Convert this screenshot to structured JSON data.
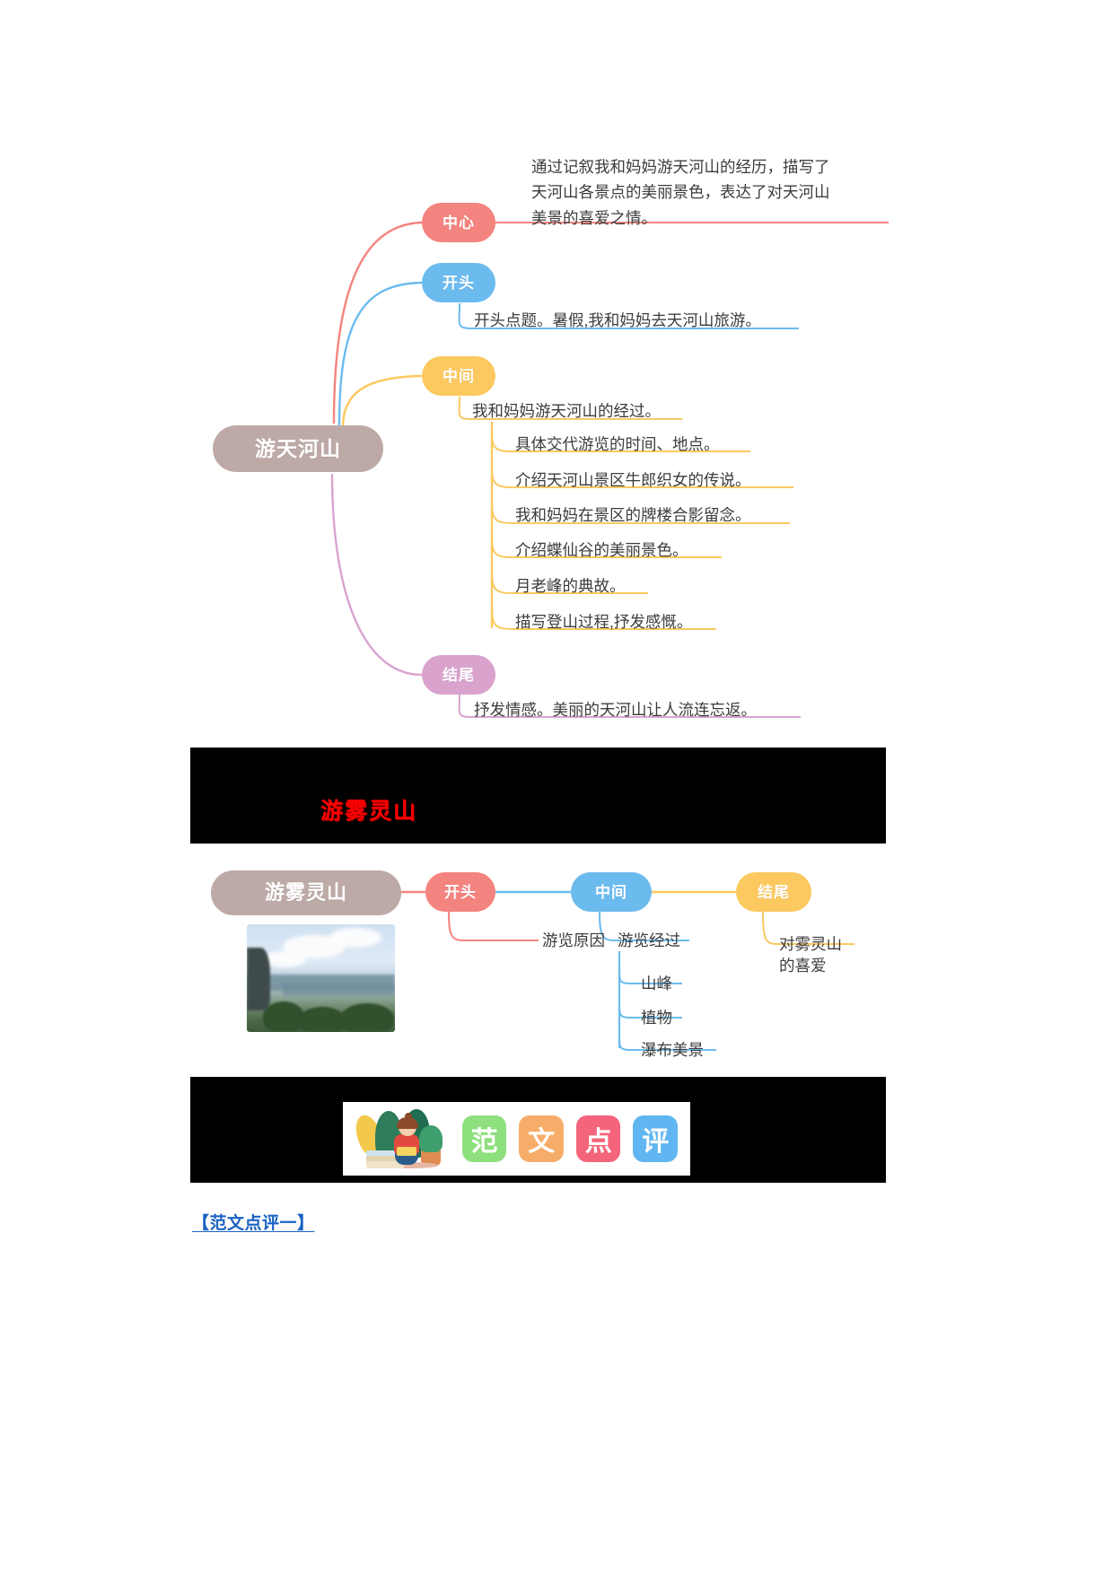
{
  "map1": {
    "root": {
      "label": "游天河山"
    },
    "branches": [
      {
        "id": "center",
        "label": "中心",
        "color": "#f4847f",
        "text": "通过记叙我和妈妈游天河山的经历，描写了天河山各景点的美丽景色，表达了对天河山美景的喜爱之情。",
        "lines": [
          "通过记叙我和妈妈游天河山的经历，描写了",
          "天河山各景点的美丽景色，表达了对天河山",
          "美景的喜爱之情。"
        ]
      },
      {
        "id": "opening",
        "label": "开头",
        "color": "#6cbbee",
        "text": "开头点题。暑假,我和妈妈去天河山旅游。",
        "lines": [
          "开头点题。暑假,我和妈妈去天河山旅游。"
        ]
      },
      {
        "id": "middle",
        "label": "中间",
        "color": "#fbc95f",
        "text": "我和妈妈游天河山的经过。",
        "children": [
          "具体交代游览的时间、地点。",
          "介绍天河山景区牛郎织女的传说。",
          "我和妈妈在景区的牌楼合影留念。",
          "介绍蝶仙谷的美丽景色。",
          "月老峰的典故。",
          "描写登山过程,抒发感慨。"
        ]
      },
      {
        "id": "ending",
        "label": "结尾",
        "color": "#d9a3ce",
        "text": "抒发情感。美丽的天河山让人流连忘返。",
        "lines": [
          "抒发情感。美丽的天河山让人流连忘返。"
        ]
      }
    ]
  },
  "map2": {
    "title": "游雾灵山",
    "root": {
      "label": "游雾灵山"
    },
    "nodes": [
      {
        "id": "opening",
        "label": "开头",
        "color": "#f4847f",
        "child_lines": [
          "游览原因"
        ]
      },
      {
        "id": "middle",
        "label": "中间",
        "color": "#6cbbee",
        "child_lines": [
          "游览经过"
        ],
        "subs": [
          "山峰",
          "植物",
          "瀑布美景"
        ]
      },
      {
        "id": "ending",
        "label": "结尾",
        "color": "#fbc95f",
        "child_lines": [
          "对雾灵山",
          "的喜爱"
        ]
      }
    ]
  },
  "banner": {
    "tiles": [
      {
        "char": "范",
        "color": "#8ee07e"
      },
      {
        "char": "文",
        "color": "#f7ad6a"
      },
      {
        "char": "点",
        "color": "#f4647a"
      },
      {
        "char": "评",
        "color": "#5fb6f0"
      }
    ]
  },
  "footer": {
    "heading": "【范文点评一】"
  },
  "colors": {
    "root": "#bdaaa6",
    "red": "#f4847f",
    "blue": "#6cbbee",
    "yellow": "#fbc95f",
    "purple": "#d9a3ce",
    "title_red": "#fe0000",
    "heading_blue": "#1a62c4"
  }
}
